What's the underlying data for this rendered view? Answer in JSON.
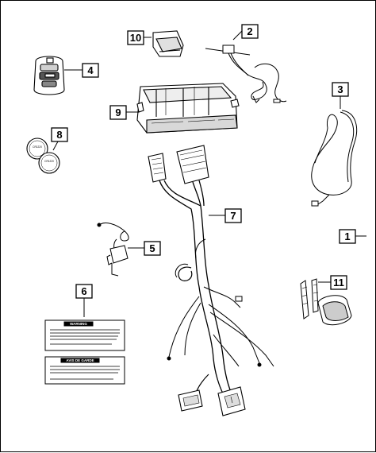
{
  "callouts": {
    "c1": "1",
    "c2": "2",
    "c3": "3",
    "c4": "4",
    "c5": "5",
    "c6": "6",
    "c7": "7",
    "c8": "8",
    "c9": "9",
    "c10": "10",
    "c11": "11"
  },
  "battery_labels": {
    "b1": "CR1220",
    "b2": "CR1220"
  },
  "warning_labels": {
    "warning_title": "WARNING",
    "avis_title": "AVIS DE GARDE"
  },
  "colors": {
    "line": "#000000",
    "fill_gray": "#d0d0d0",
    "background": "#ffffff"
  }
}
